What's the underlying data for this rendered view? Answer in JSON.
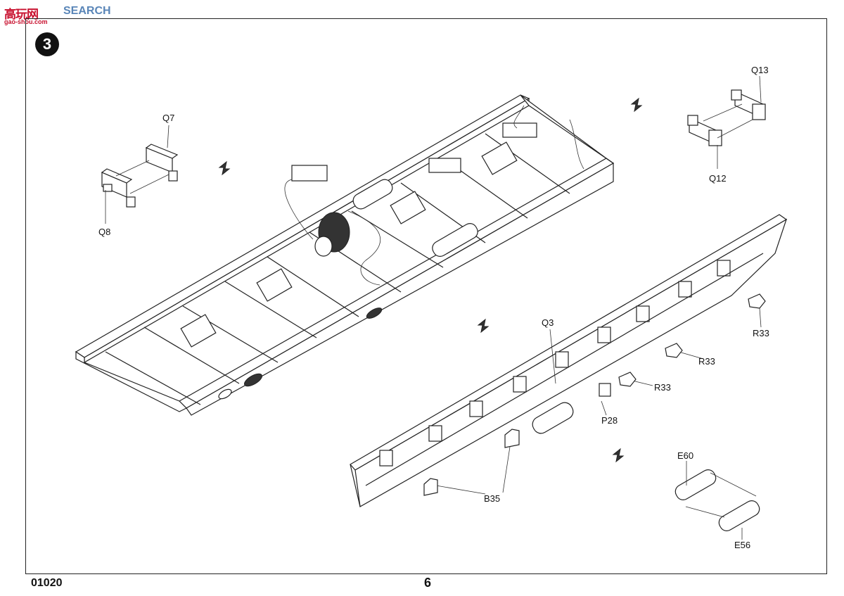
{
  "watermark": {
    "logo": "高玩网",
    "search": "SEARCH",
    "url": "gao-shou.com"
  },
  "step_number": "3",
  "footer": {
    "code": "01020",
    "page": "6"
  },
  "labels": {
    "q7": "Q7",
    "q8": "Q8",
    "q12": "Q12",
    "q13": "Q13",
    "q3": "Q3",
    "r33_a": "R33",
    "r33_b": "R33",
    "r33_c": "R33",
    "p28": "P28",
    "b35": "B35",
    "e60": "E60",
    "e56": "E56"
  }
}
